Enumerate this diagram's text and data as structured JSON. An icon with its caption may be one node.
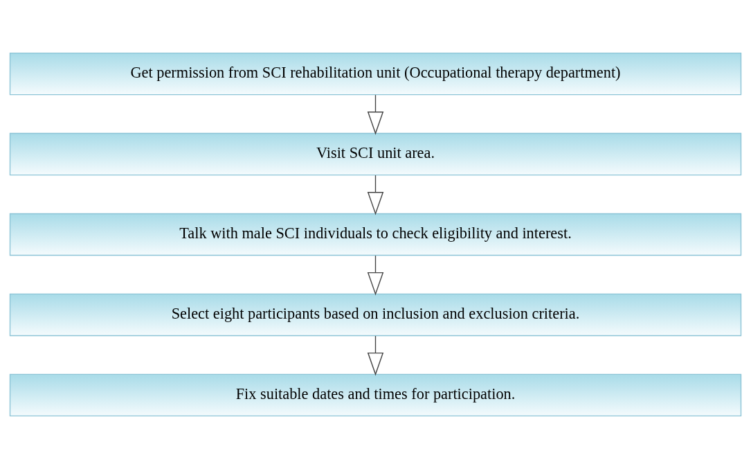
{
  "diagram": {
    "nodes": [
      {
        "text": [
          "Get permission from SCI rehabilitation unit (Occupational therapy department)"
        ]
      },
      {
        "text": [
          "Visit SCI unit area."
        ]
      },
      {
        "text": [
          "Talk with male SCI individuals to check eligibility and interest."
        ]
      },
      {
        "text": [
          "Select eight participants based on inclusion and exclusion criteria."
        ]
      },
      {
        "text": [
          "Fix suitable dates and times for participation."
        ]
      }
    ],
    "edges": [
      {
        "from": 0,
        "to": 1,
        "arrow": "to"
      },
      {
        "from": 1,
        "to": 2,
        "arrow": "to"
      },
      {
        "from": 2,
        "to": 3,
        "arrow": "to"
      },
      {
        "from": 3,
        "to": 4,
        "arrow": "to"
      }
    ]
  }
}
